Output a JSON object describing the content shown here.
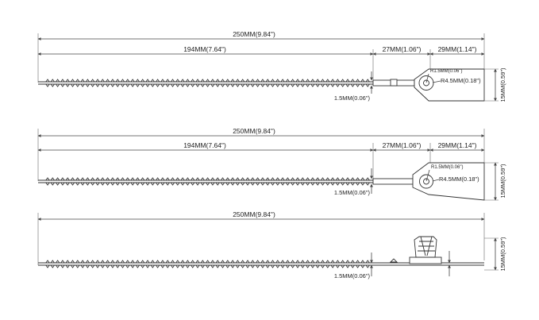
{
  "drawing_1": {
    "overall": "250MM(9.84\")",
    "strap": "194MM(7.64\")",
    "neck": "27MM(1.06\")",
    "tag": "29MM(1.14\")",
    "thickness": "1.5MM(0.06\")",
    "radius_small": "R1.5MM(0.06\")",
    "radius_large": "R4.5MM(0.18\")",
    "height": "15MM(0.59\")"
  },
  "drawing_2": {
    "overall": "250MM(9.84\")",
    "strap": "194MM(7.64\")",
    "neck": "27MM(1.06\")",
    "tag": "29MM(1.14\")",
    "thickness": "1.5MM(0.06\")",
    "radius_small": "R1.5MM(0.06\")",
    "radius_large": "R4.5MM(0.18\")",
    "height": "15MM(0.59\")"
  },
  "drawing_3": {
    "overall": "250MM(9.84\")",
    "thickness": "1.5MM(0.06\")",
    "height": "15MM(0.59\")"
  }
}
